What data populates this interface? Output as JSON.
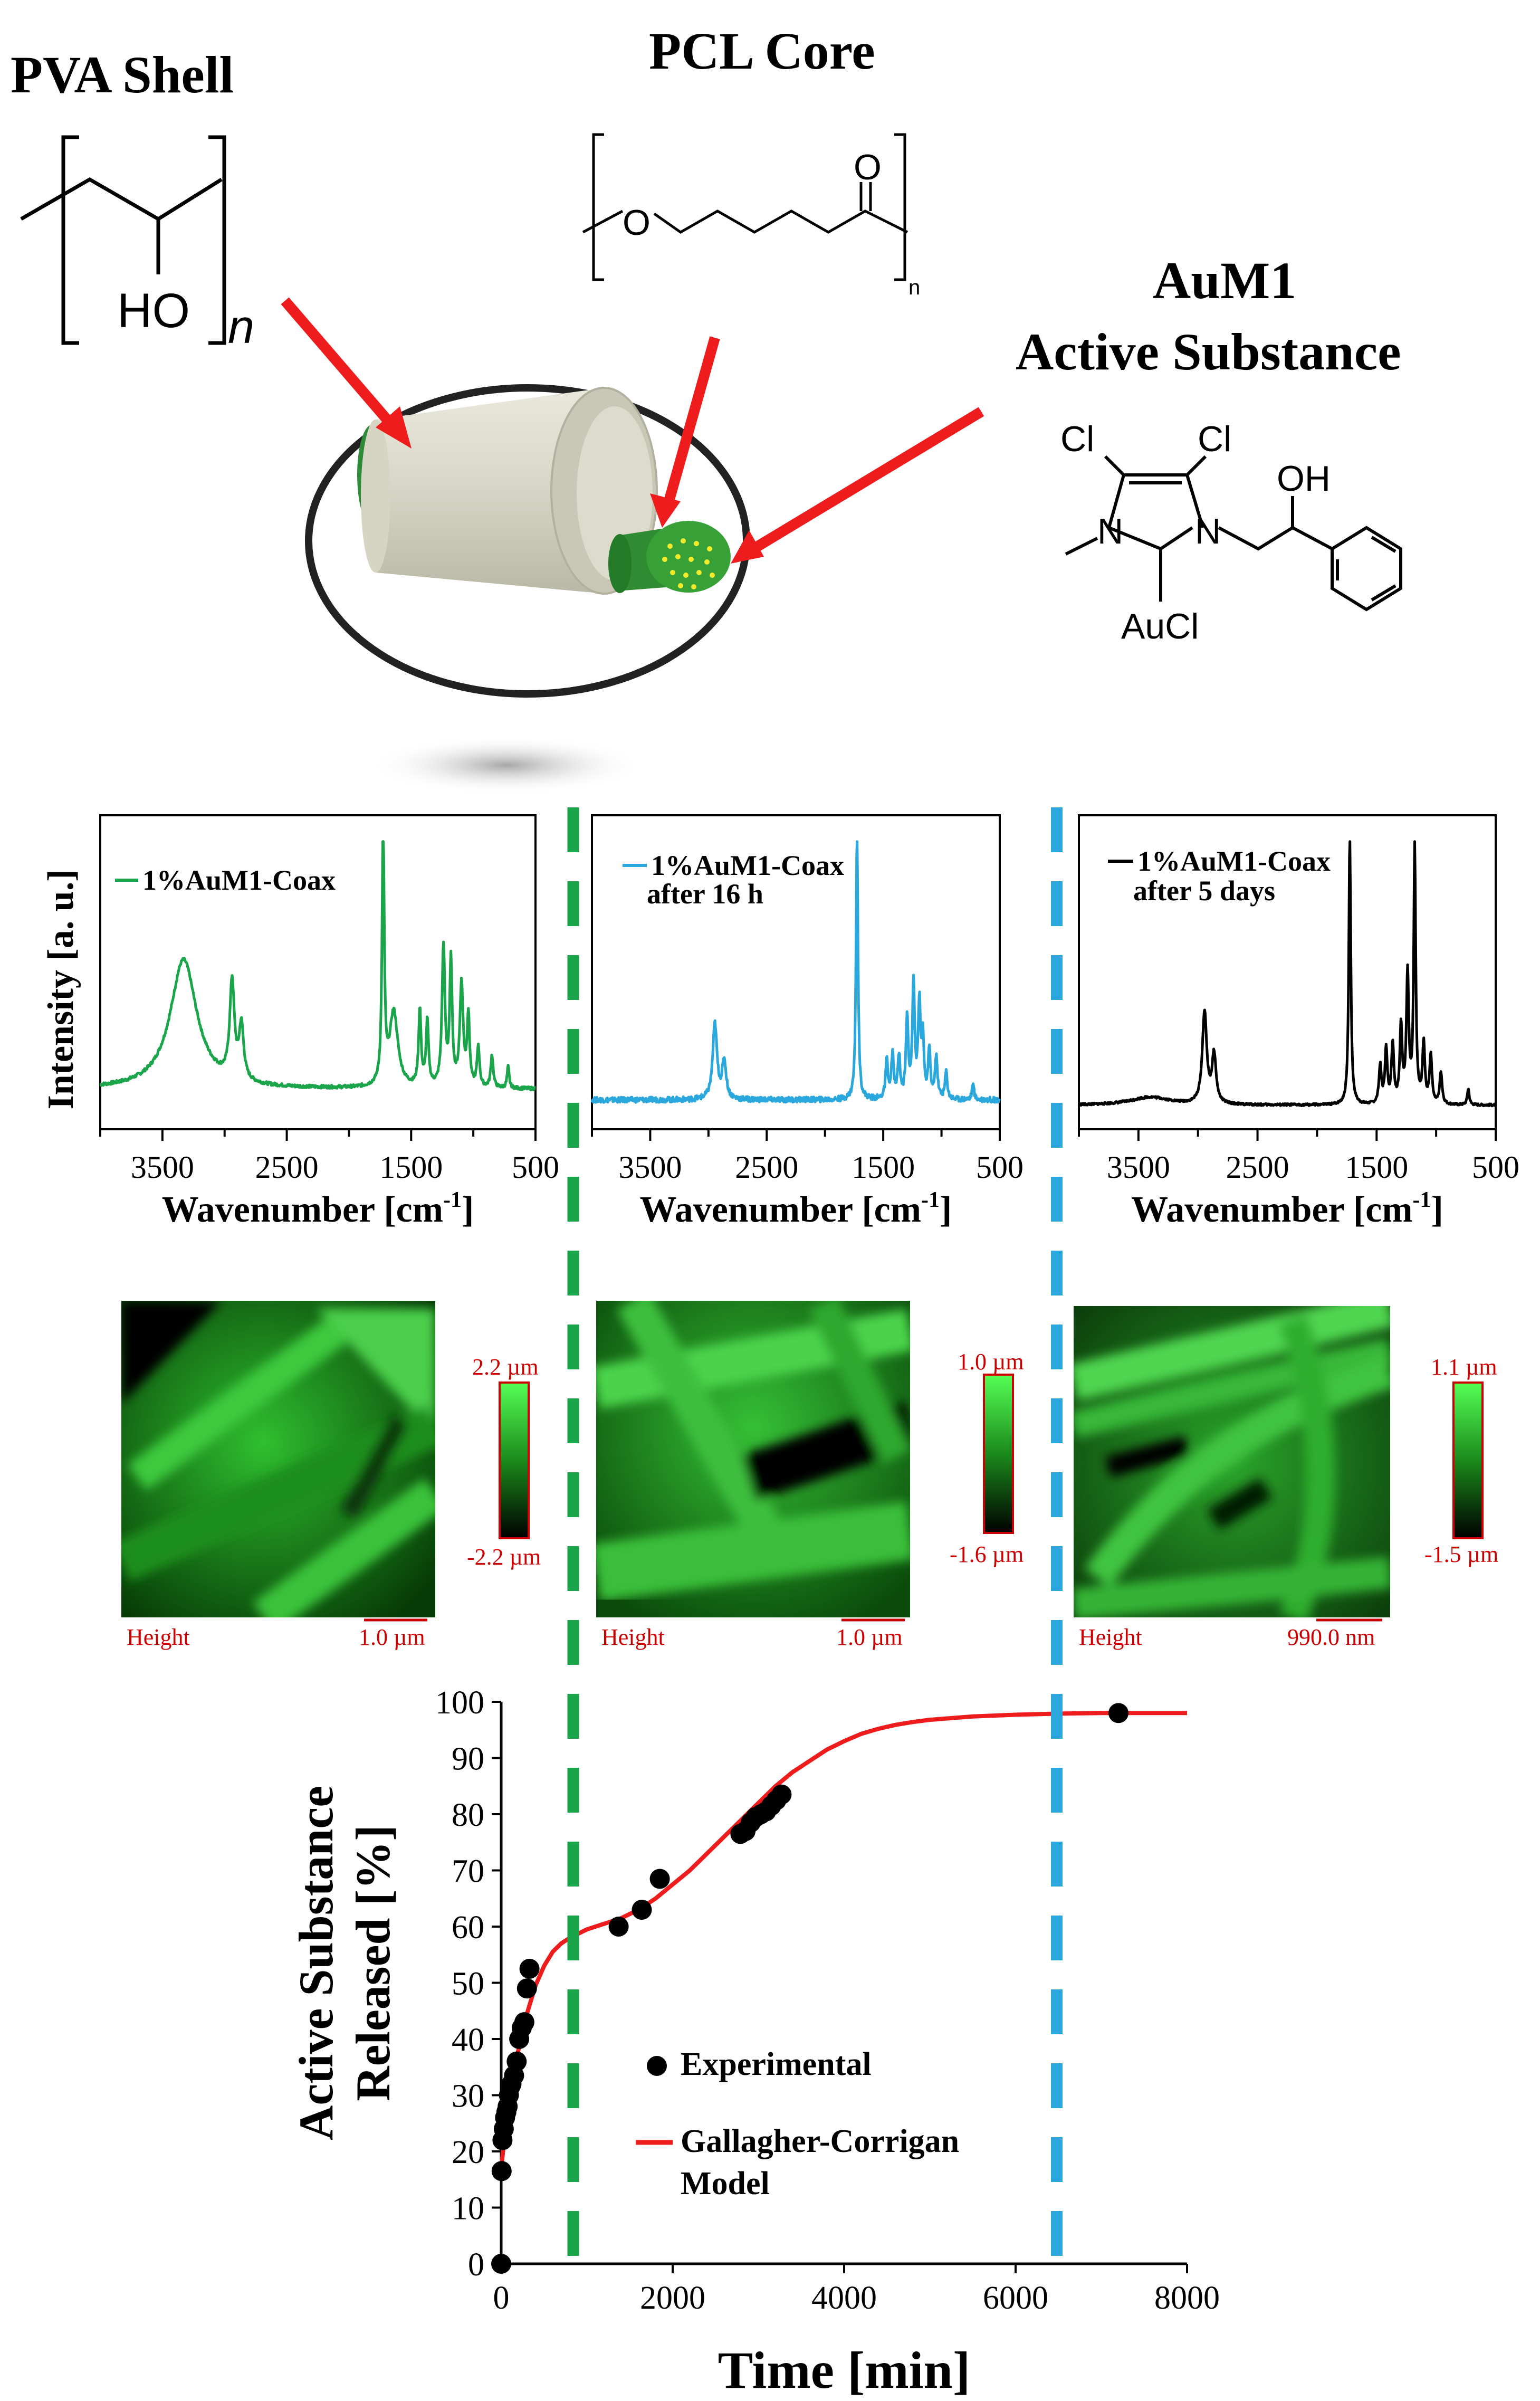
{
  "header": {
    "shell_label": "PVA Shell",
    "core_label": "PCL Core",
    "active_label_line1": "AuM1",
    "active_label_line2": "Active Substance"
  },
  "chemistry": {
    "pva_ho": "HO",
    "pva_n": "n",
    "pcl_o_ether": "O",
    "pcl_o_carbonyl": "O",
    "pcl_n": "n",
    "aum1_cl_left": "Cl",
    "aum1_cl_right": "Cl",
    "aum1_n_left": "N",
    "aum1_n_right": "N",
    "aum1_oh": "OH",
    "aum1_aucl": "AuCl"
  },
  "colors": {
    "green": "#1aa54a",
    "blue": "#2aa7dc",
    "black": "#000000",
    "red": "#ee1c1c",
    "afm_label": "#cc0000"
  },
  "spectra": {
    "ylabel": "Intensity [a. u.]",
    "xlabel": "Wavenumber [cm",
    "xlabel_sup": "-1",
    "xlabel_end": "]",
    "ticks": [
      "3500",
      "2500",
      "1500",
      "500"
    ],
    "panels": [
      {
        "legend_line1": "1%AuM1-Coax",
        "legend_line2": "",
        "color": "#1aa54a",
        "baseline": 0.1,
        "noise": 0.006,
        "peaks": [
          [
            3330,
            0.48,
            130
          ],
          [
            2940,
            0.36,
            22
          ],
          [
            2865,
            0.2,
            22
          ],
          [
            1725,
            1.0,
            10
          ],
          [
            1640,
            0.28,
            40
          ],
          [
            1430,
            0.28,
            12
          ],
          [
            1370,
            0.24,
            12
          ],
          [
            1240,
            0.52,
            14
          ],
          [
            1180,
            0.46,
            12
          ],
          [
            1095,
            0.38,
            16
          ],
          [
            1040,
            0.26,
            12
          ],
          [
            960,
            0.15,
            12
          ],
          [
            850,
            0.12,
            12
          ],
          [
            720,
            0.08,
            10
          ]
        ]
      },
      {
        "legend_line1": "1%AuM1-Coax",
        "legend_line2": "after 16 h",
        "color": "#2aa7dc",
        "baseline": 0.06,
        "noise": 0.01,
        "peaks": [
          [
            2945,
            0.28,
            22
          ],
          [
            2865,
            0.14,
            20
          ],
          [
            1725,
            1.0,
            10
          ],
          [
            1470,
            0.14,
            12
          ],
          [
            1420,
            0.16,
            12
          ],
          [
            1365,
            0.16,
            12
          ],
          [
            1295,
            0.3,
            12
          ],
          [
            1240,
            0.42,
            12
          ],
          [
            1190,
            0.35,
            12
          ],
          [
            1160,
            0.22,
            10
          ],
          [
            1105,
            0.18,
            12
          ],
          [
            1045,
            0.16,
            12
          ],
          [
            960,
            0.1,
            12
          ],
          [
            730,
            0.06,
            10
          ]
        ]
      },
      {
        "legend_line1": "1%AuM1-Coax",
        "legend_line2": "after 5 days",
        "color": "#000000",
        "baseline": 0.04,
        "noise": 0.004,
        "peaks": [
          [
            3400,
            0.03,
            200
          ],
          [
            2945,
            0.34,
            22
          ],
          [
            2865,
            0.18,
            20
          ],
          [
            1725,
            1.0,
            10
          ],
          [
            1470,
            0.14,
            12
          ],
          [
            1420,
            0.2,
            12
          ],
          [
            1365,
            0.22,
            12
          ],
          [
            1295,
            0.28,
            12
          ],
          [
            1240,
            0.48,
            12
          ],
          [
            1180,
            0.95,
            10
          ],
          [
            1105,
            0.22,
            12
          ],
          [
            1045,
            0.18,
            12
          ],
          [
            960,
            0.12,
            12
          ],
          [
            730,
            0.06,
            10
          ]
        ]
      }
    ]
  },
  "afm": [
    {
      "label": "Height",
      "scale_label": "1.0 µm",
      "colorbar_max": "2.2 µm",
      "colorbar_min": "-2.2 µm"
    },
    {
      "label": "Height",
      "scale_label": "1.0 µm",
      "colorbar_max": "1.0 µm",
      "colorbar_min": "-1.6 µm"
    },
    {
      "label": "Height",
      "scale_label": "990.0 nm",
      "colorbar_max": "1.1 µm",
      "colorbar_min": "-1.5 µm"
    }
  ],
  "chart_data": {
    "type": "scatter",
    "ylabel_line1": "Active Substance",
    "ylabel_line2": "Released [%]",
    "xlabel": "Time [min]",
    "xlim": [
      0,
      8000
    ],
    "ylim": [
      0,
      100
    ],
    "xticks": [
      0,
      2000,
      4000,
      6000,
      8000
    ],
    "yticks": [
      0,
      10,
      20,
      30,
      40,
      50,
      60,
      70,
      80,
      90,
      100
    ],
    "series": [
      {
        "name": "Experimental",
        "type": "scatter",
        "color": "#000000",
        "x": [
          0,
          5,
          15,
          30,
          45,
          60,
          75,
          90,
          105,
          120,
          150,
          180,
          210,
          240,
          270,
          300,
          330,
          1370,
          1640,
          1850,
          2790,
          2850,
          2910,
          2970,
          3030,
          3090,
          3150,
          3210,
          3270,
          7200
        ],
        "y": [
          0,
          16.5,
          22,
          24,
          26,
          27,
          28,
          30,
          31.5,
          32,
          33.5,
          36,
          40,
          42,
          43,
          49,
          52.5,
          60,
          63,
          68.5,
          76.5,
          77,
          78.5,
          79.5,
          80,
          80.5,
          81.5,
          82.5,
          83.5,
          98
        ]
      },
      {
        "name": "Gallagher-Corrigan Model",
        "type": "line",
        "color": "#ee1c1c",
        "x": [
          0,
          50,
          100,
          150,
          200,
          300,
          400,
          500,
          600,
          700,
          800,
          1000,
          1200,
          1400,
          1600,
          1800,
          2000,
          2200,
          2400,
          2600,
          2800,
          3000,
          3200,
          3400,
          3600,
          3800,
          4000,
          4200,
          4400,
          4600,
          4800,
          5000,
          5500,
          6000,
          6500,
          7000,
          7500,
          8000
        ],
        "y": [
          17,
          24,
          29.5,
          34,
          38,
          44.5,
          49.5,
          53,
          55.5,
          57,
          58,
          59.5,
          60.5,
          61.5,
          63,
          65,
          67.5,
          70,
          73,
          76,
          79,
          82,
          85,
          87.5,
          89.5,
          91.5,
          93,
          94.3,
          95.2,
          95.9,
          96.4,
          96.8,
          97.4,
          97.7,
          97.9,
          98,
          98,
          98
        ]
      }
    ],
    "vlines": [
      {
        "x": 840,
        "color": "#1aa54a"
      },
      {
        "x": 6480,
        "color": "#2aa7dc"
      }
    ]
  }
}
